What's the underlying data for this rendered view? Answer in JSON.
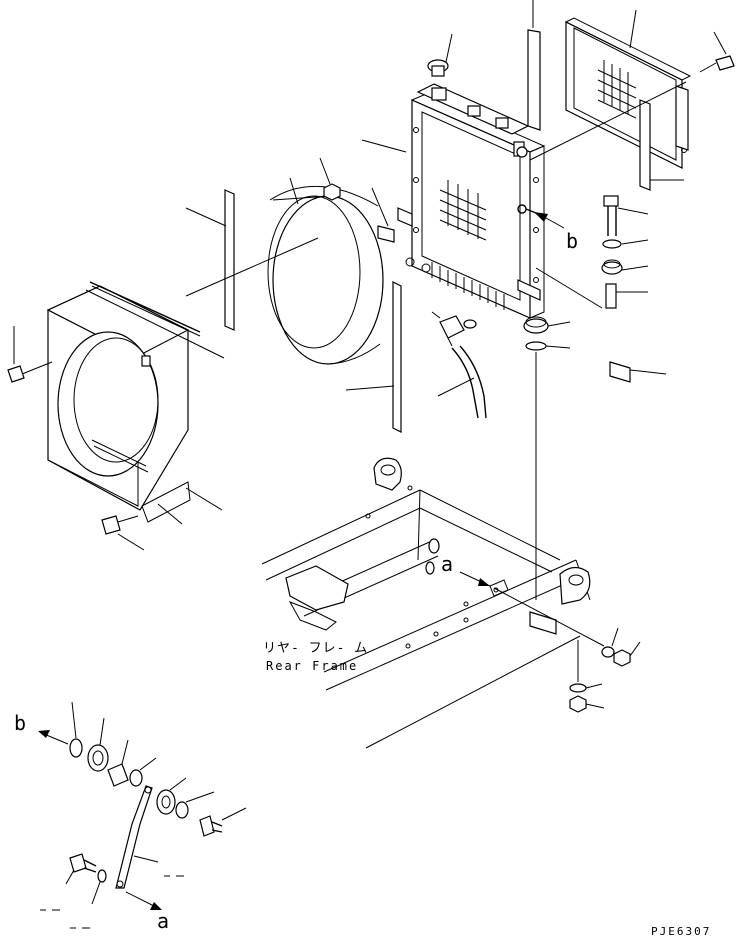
{
  "labels": {
    "ref_b_right": "b",
    "ref_a_frame": "a",
    "ref_b_detail": "b",
    "ref_a_detail": "a",
    "rear_frame_jp": "リヤ- フレ- ム",
    "rear_frame_en": "Rear Frame",
    "drawing_code": "PJE6307"
  },
  "colors": {
    "ink": "#000000",
    "paper": "#ffffff"
  }
}
